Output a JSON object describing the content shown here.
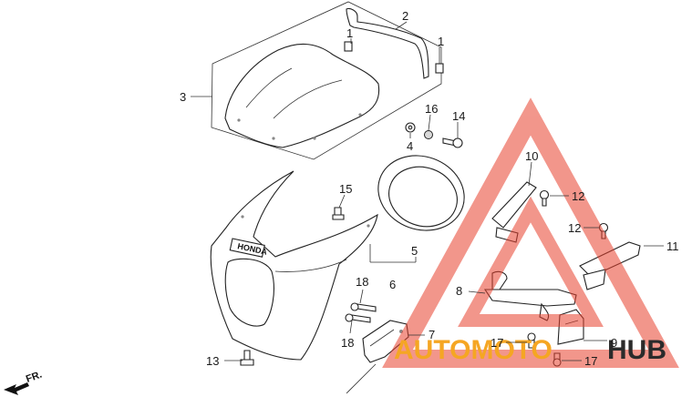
{
  "callouts": {
    "c1a": "1",
    "c2": "2",
    "c1b": "1",
    "c3": "3",
    "c16": "16",
    "c14": "14",
    "c4": "4",
    "c10": "10",
    "c12a": "12",
    "c15": "15",
    "c12b": "12",
    "c11": "11",
    "c5": "5",
    "c6": "6",
    "c18a": "18",
    "c8": "8",
    "c7": "7",
    "c18b": "18",
    "c17a": "17",
    "c9": "9",
    "c13": "13",
    "c17b": "17"
  },
  "direction_label": "FR.",
  "emblem_text": "HONDA",
  "watermark": {
    "word_left": "AUTOMOTO",
    "word_right": "HUB",
    "color_left": "#f5a623",
    "color_right": "#2b2b2b",
    "triangle_color": "#e8412e"
  }
}
